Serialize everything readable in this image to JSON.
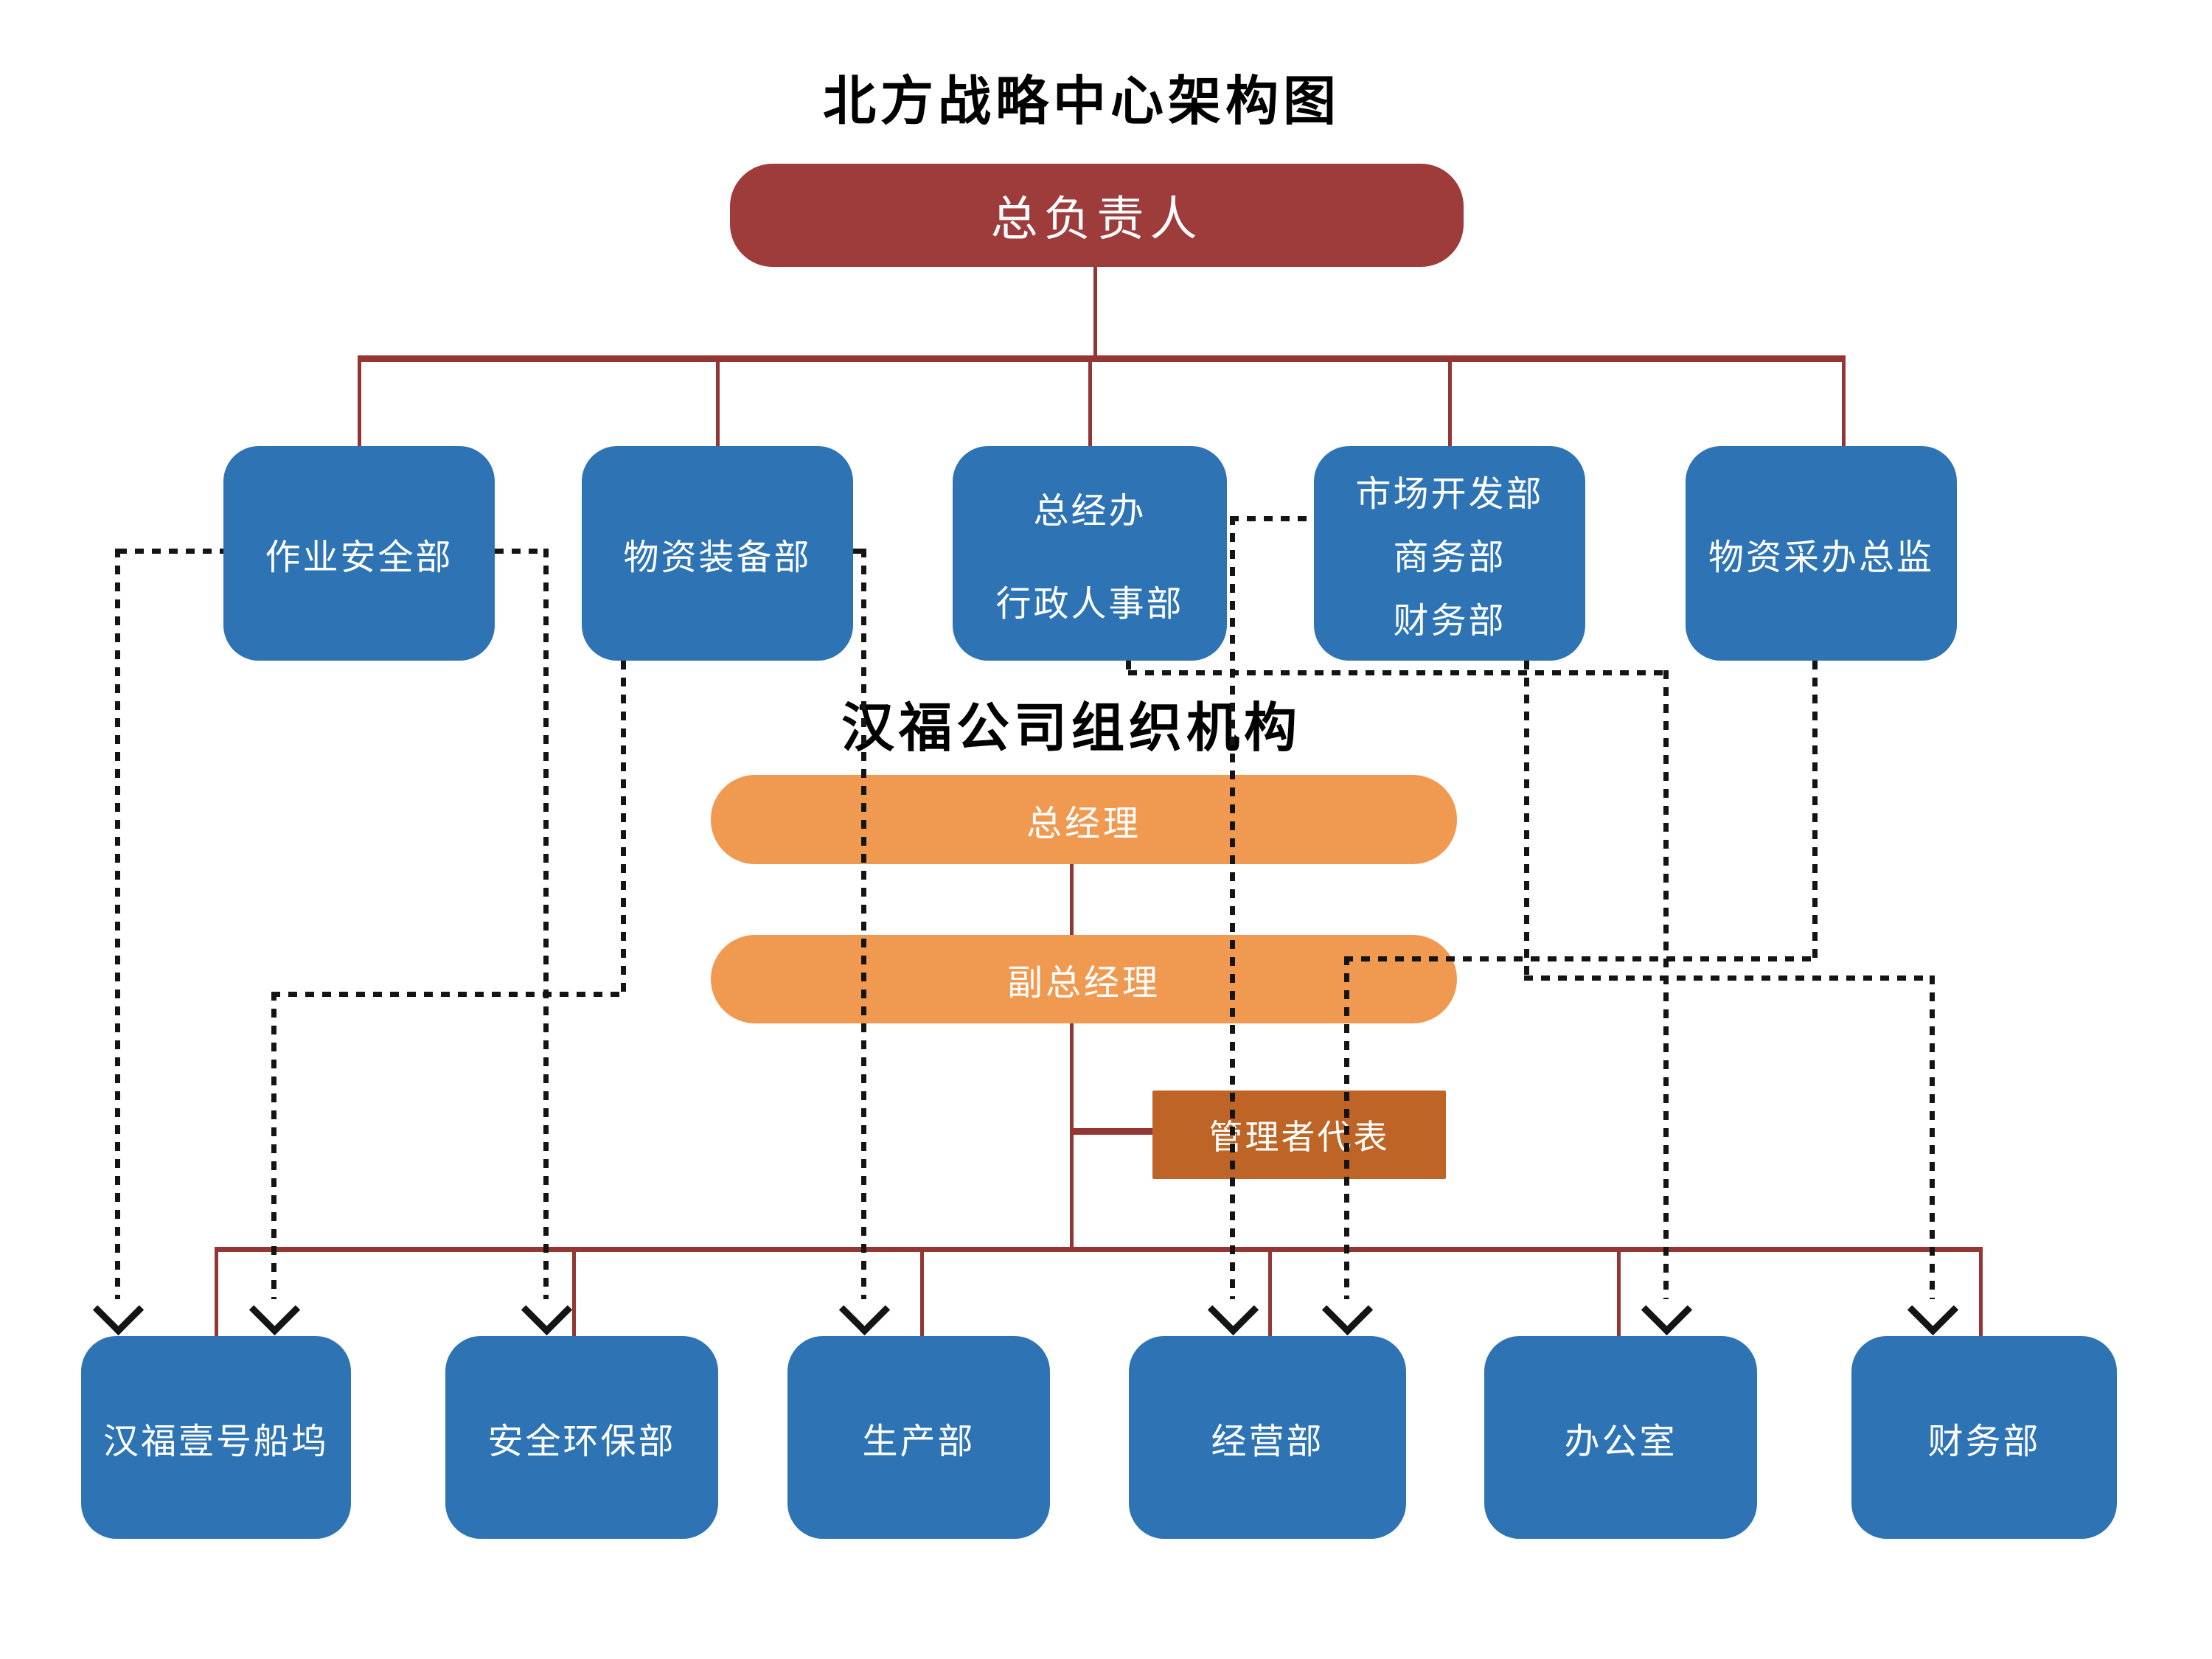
{
  "titles": {
    "main": "北方战略中心架构图",
    "sub": "汉福公司组织机构"
  },
  "top_chart": {
    "root_label": "总负责人",
    "departments": [
      {
        "label": "作业安全部"
      },
      {
        "label": "物资装备部"
      },
      {
        "lines": [
          "总经办",
          "行政人事部"
        ]
      },
      {
        "lines": [
          "市场开发部",
          "商务部",
          "财务部"
        ]
      },
      {
        "label": "物资采办总监"
      }
    ]
  },
  "bottom_chart": {
    "general_manager_label": "总经理",
    "deputy_general_manager_label": "副总经理",
    "management_representative_label": "管理者代表",
    "departments": [
      "汉福壹号船坞",
      "安全环保部",
      "生产部",
      "经营部",
      "办公室",
      "财务部"
    ]
  },
  "colors": {
    "root_box": "#9E3B3B",
    "department_box": "#2E74B5",
    "manager_bar": "#F09A51",
    "management_representative_box": "#BE6426",
    "solid_line": "#943634",
    "dotted_line": "#141414",
    "title_text": "#000000",
    "box_text": "#FFFFFF",
    "background": "#FFFFFF"
  }
}
